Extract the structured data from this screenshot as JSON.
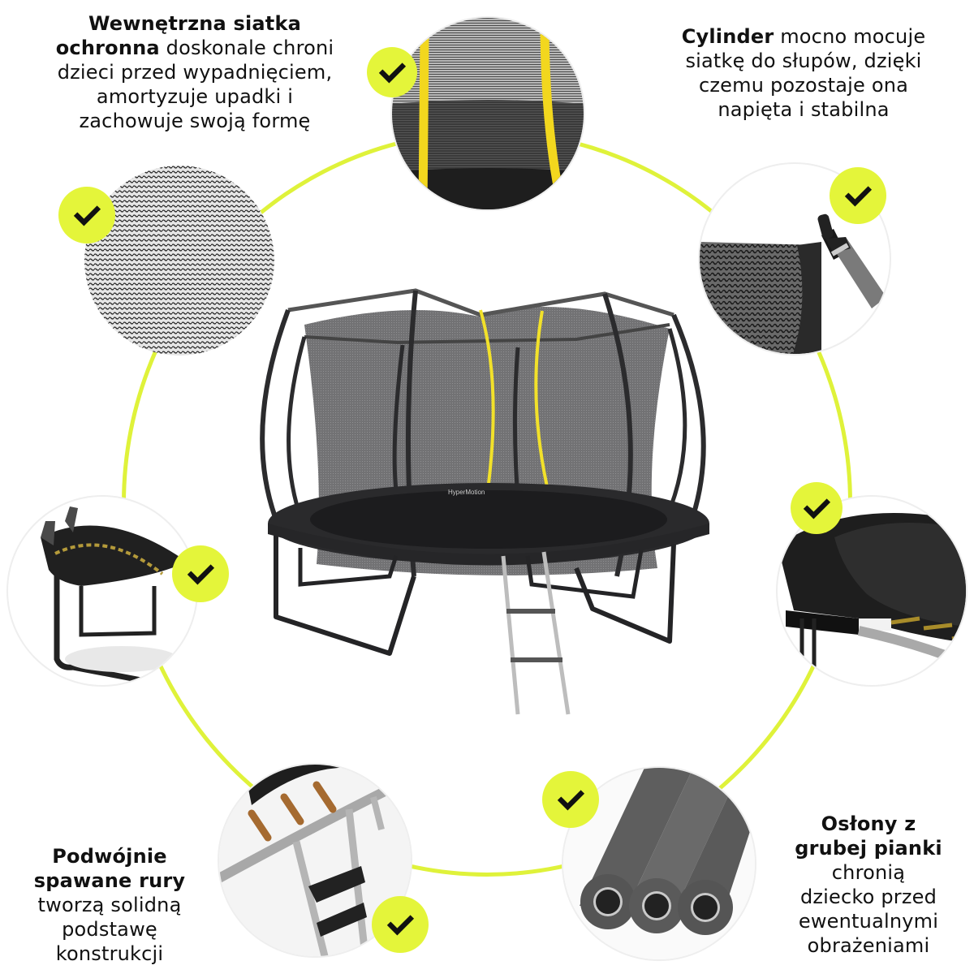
{
  "colors": {
    "accent": "#e4f53a",
    "ring": "#dff23a",
    "text": "#111111",
    "frame": "#2b2b2d",
    "net": "#5a5a5c",
    "yellow_strap": "#f2e12a"
  },
  "features": [
    {
      "id": "inner-net",
      "bold": "Wewnętrzna siatka ochronna",
      "text": "doskonale chroni dzieci przed wypadnięciem, amortyzuje upadki i zachowuje swoją formę",
      "icon": "check-icon"
    },
    {
      "id": "cylinder",
      "bold": "Cylinder",
      "text": "mocno mocuje siatkę do słupów, dzięki czemu pozostaje ona napięta i stabilna",
      "icon": "check-icon"
    },
    {
      "id": "welded-tubes",
      "bold": "Podwójnie spawane rury",
      "text": "tworzą solidną podstawę konstrukcji",
      "icon": "check-icon"
    },
    {
      "id": "foam-covers",
      "bold": "Osłony z grubej pianki",
      "text": "chronią dziecko przed ewentualnymi obrażeniami",
      "icon": "check-icon"
    }
  ],
  "text_lines": {
    "tl": [
      "Wewnętrzna siatka",
      "ochronna",
      " doskonale chroni",
      "dzieci przed wypadnięciem,",
      "amortyzuje upadki i",
      "zachowuje swoją formę"
    ],
    "tr": [
      "Cylinder",
      " mocno mocuje",
      "siatkę do słupów, dzięki",
      "czemu pozostaje ona",
      "napięta i stabilna"
    ],
    "bl": [
      "Podwójnie",
      "spawane rury",
      "tworzą solidną",
      "podstawę",
      "konstrukcji"
    ],
    "br": [
      "Osłony z",
      "grubej pianki",
      "chronią",
      "dziecko przed",
      "ewentualnymi",
      "obrażeniami"
    ]
  },
  "center_product": {
    "name": "trampoline",
    "logo_text": "HyperMotion"
  },
  "detail_circles": [
    {
      "name": "net-closeup-top",
      "label": "siatka ochronna z żółtymi pasami"
    },
    {
      "name": "net-texture-closeup",
      "label": "tekstura siatki"
    },
    {
      "name": "cylinder-pole-closeup",
      "label": "mocowanie cylindra"
    },
    {
      "name": "trampoline-frame-closeup",
      "label": "rama trampoliny"
    },
    {
      "name": "spring-pad-closeup",
      "label": "osłona sprężyn"
    },
    {
      "name": "ladder-closeup",
      "label": "drabinka"
    },
    {
      "name": "foam-tubes-closeup",
      "label": "piankowe osłony"
    }
  ]
}
